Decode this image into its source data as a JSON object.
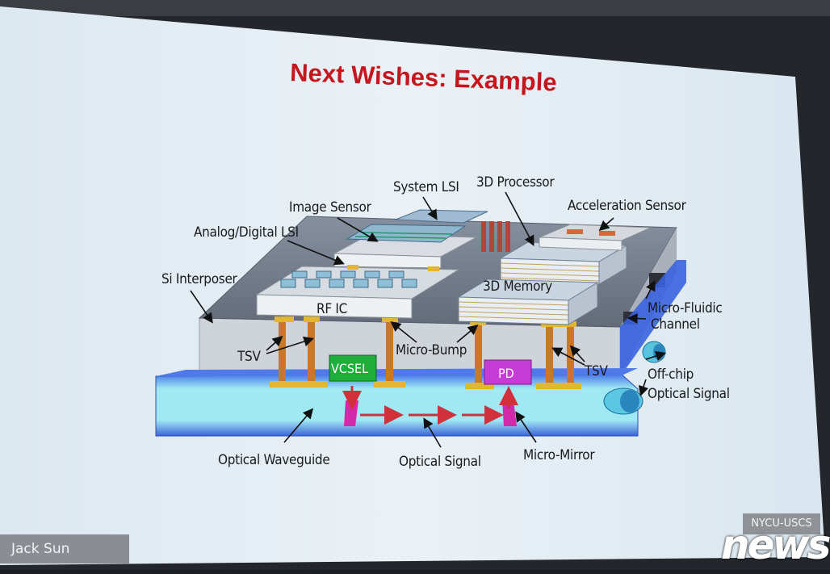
{
  "slide": {
    "title": "Next Wishes:  Example",
    "author": "Jack Sun",
    "affiliation": "NYCU-USCS"
  },
  "watermark": {
    "logo_text": "news"
  },
  "diagram": {
    "labels": {
      "system_lsi": "System LSI",
      "processor_3d": "3D Processor",
      "image_sensor": "Image Sensor",
      "acceleration_sensor": "Acceleration Sensor",
      "analog_digital_lsi": "Analog/Digital LSI",
      "si_interposer": "Si Interposer",
      "memory_3d": "3D Memory",
      "rf_ic": "RF IC",
      "micro_fluidic_1": "Micro-Fluidic",
      "micro_fluidic_2": "Channel",
      "tsv_left": "TSV",
      "micro_bump": "Micro-Bump",
      "tsv_right": "TSV",
      "vcsel": "VCSEL",
      "pd": "PD",
      "off_chip_1": "Off-chip",
      "off_chip_2": "Optical Signal",
      "optical_waveguide": "Optical Waveguide",
      "optical_signal": "Optical Signal",
      "micro_mirror": "Micro-Mirror"
    }
  },
  "colors": {
    "title_red": "#c4161c",
    "slide_bg": "#e3edf4",
    "interposer_top": "#6f7786",
    "waveguide_blue": "#3b6ee8",
    "waveguide_cyan": "#8fe3ee",
    "tsv_orange": "#c9782a",
    "vcsel_green": "#1fae3a",
    "pd_magenta": "#c53cd6",
    "arrow_red": "#d0313a"
  }
}
